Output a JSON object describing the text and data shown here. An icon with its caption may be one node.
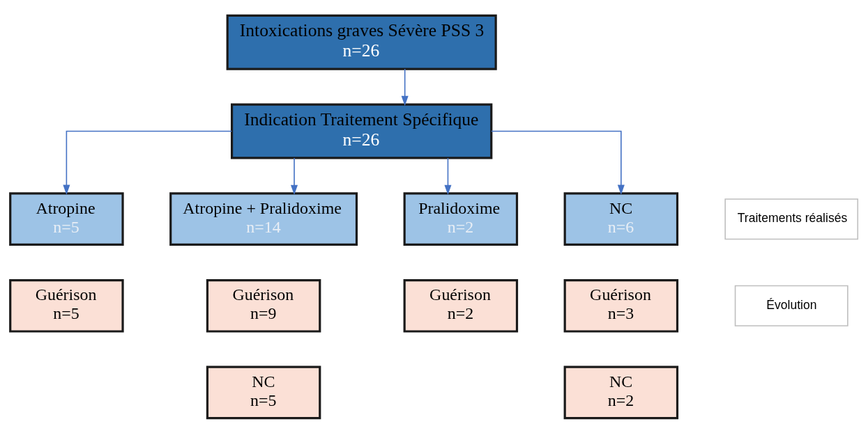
{
  "diagram": {
    "nodes": [
      {
        "text": [
          "Intoxications graves Sévère PSS 3",
          "n=26"
        ]
      },
      {
        "text": [
          "Indication Traitement Spécifique",
          "n=26"
        ]
      },
      {
        "text": [
          "Traitements réalisés"
        ]
      },
      {
        "text": [
          "Atropine",
          "n=5"
        ]
      },
      {
        "text": [
          "Atropine + Pralidoxime",
          "n=14"
        ]
      },
      {
        "text": [
          "Pralidoxime",
          "n=2"
        ]
      },
      {
        "text": [
          "NC",
          "n=6"
        ]
      },
      {
        "text": [
          "Évolution"
        ]
      },
      {
        "text": [
          "Guérison",
          "n=5"
        ]
      },
      {
        "text": [
          "Guérison",
          "n=9"
        ]
      },
      {
        "text": [
          "NC",
          "n=5"
        ]
      },
      {
        "text": [
          "Guérison",
          "n=2"
        ]
      },
      {
        "text": [
          "Guérison",
          "n=3"
        ]
      },
      {
        "text": [
          "NC",
          "n=2"
        ]
      }
    ],
    "edges": [
      {
        "from": 0,
        "to": 1,
        "arrow": "to"
      },
      {
        "from": 1,
        "to": 3,
        "arrow": "to"
      },
      {
        "from": 1,
        "to": 4,
        "arrow": "to"
      },
      {
        "from": 1,
        "to": 5,
        "arrow": "to"
      },
      {
        "from": 1,
        "to": 6,
        "arrow": "to"
      }
    ]
  }
}
